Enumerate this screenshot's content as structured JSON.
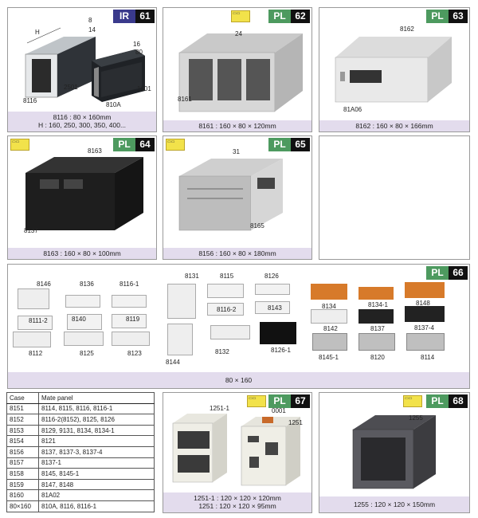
{
  "panels": [
    {
      "id": "p61",
      "type": "IR",
      "number": "61",
      "caption_line1": "8116 : 80 × 160mm",
      "caption_line2": "H : 160, 250, 300, 350, 400...",
      "labels": {
        "h": "H",
        "d8": "8",
        "d14": "14",
        "d16": "16",
        "d80": "80",
        "p2501": "2501",
        "p1601": "1601",
        "p8116": "8116",
        "p810a": "810A"
      }
    },
    {
      "id": "p62",
      "type": "PL",
      "number": "62",
      "caption": "8161 : 160 × 80 × 120mm",
      "labels": {
        "a": "24",
        "b": "8161"
      }
    },
    {
      "id": "p63",
      "type": "PL",
      "number": "63",
      "caption": "8162 : 160 × 80 × 166mm",
      "labels": {
        "a": "8162",
        "b": "81A06"
      }
    },
    {
      "id": "p64",
      "type": "PL",
      "number": "64",
      "caption": "8163 : 160 × 80 × 100mm",
      "labels": {
        "a": "8163",
        "b": "8137"
      }
    },
    {
      "id": "p65",
      "type": "PL",
      "number": "65",
      "caption": "8156 : 160 × 80 × 180mm",
      "labels": {
        "a": "31",
        "b": "8165"
      }
    },
    {
      "id": "p66",
      "type": "PL",
      "number": "66",
      "caption": "80 × 160",
      "labels": [
        "8146",
        "8136",
        "8116-1",
        "8111-2",
        "8140",
        "8119",
        "8112",
        "8125",
        "8123",
        "8131",
        "8115",
        "8126",
        "8116-2",
        "8143",
        "8144",
        "8132",
        "8126-1",
        "8134",
        "8134-1",
        "8148",
        "8142",
        "8137",
        "8137-4",
        "8145-1",
        "8120",
        "8114"
      ]
    },
    {
      "id": "p67",
      "type": "PL",
      "number": "67",
      "caption_line1": "1251-1 : 120 × 120 × 120mm",
      "caption_line2": "1251 : 120 × 120 × 95mm",
      "labels": {
        "a": "1251-1",
        "b": "0001",
        "c": "1251"
      }
    },
    {
      "id": "p68",
      "type": "PL",
      "number": "68",
      "caption": "1255 : 120 × 120 × 150mm",
      "labels": {
        "a": "1255"
      }
    }
  ],
  "mate_table": {
    "headers": [
      "Case",
      "Mate panel"
    ],
    "rows": [
      [
        "8151",
        "8114, 8115, 8116, 8116-1"
      ],
      [
        "8152",
        "8116-2(8152), 8125, 8126"
      ],
      [
        "8153",
        "8129, 9131, 8134, 8134-1"
      ],
      [
        "8154",
        "8121"
      ],
      [
        "8156",
        "8137, 8137-3, 8137-4"
      ],
      [
        "8157",
        "8137-1"
      ],
      [
        "8158",
        "8145, 8145-1"
      ],
      [
        "8159",
        "8147, 8148"
      ],
      [
        "8160",
        "81A02"
      ],
      [
        "80×160",
        "810A, 8116, 8116-1"
      ]
    ]
  },
  "colors": {
    "pl_badge": "#4d9a5f",
    "ir_badge": "#3a3a8c",
    "caption_bg": "#e3dced",
    "icon_tag": "#f2e24a"
  }
}
